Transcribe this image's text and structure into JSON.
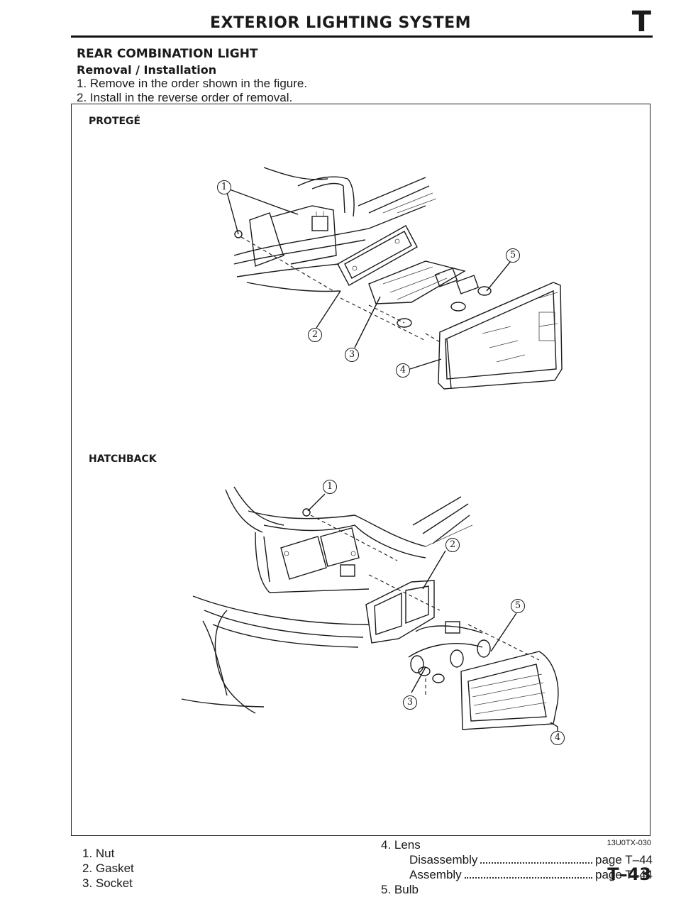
{
  "header": {
    "title": "EXTERIOR LIGHTING SYSTEM",
    "section_letter": "T"
  },
  "section": {
    "title": "REAR COMBINATION LIGHT",
    "subtitle": "Removal / Installation",
    "steps": [
      "1. Remove in the order shown in the figure.",
      "2. Install in the reverse order of removal."
    ]
  },
  "figure": {
    "label_top": "PROTEGÉ",
    "label_bottom": "HATCHBACK",
    "code": "13U0TX-030",
    "callouts": [
      "1",
      "2",
      "3",
      "4",
      "5"
    ]
  },
  "legend": {
    "left": [
      "1. Nut",
      "2. Gasket",
      "3. Socket"
    ],
    "right_head": "4. Lens",
    "subs": [
      {
        "label": "Disassembly",
        "ref": "page T–44"
      },
      {
        "label": "Assembly",
        "ref": "page T–44"
      }
    ],
    "right_tail": "5. Bulb"
  },
  "page_number": "T–43"
}
